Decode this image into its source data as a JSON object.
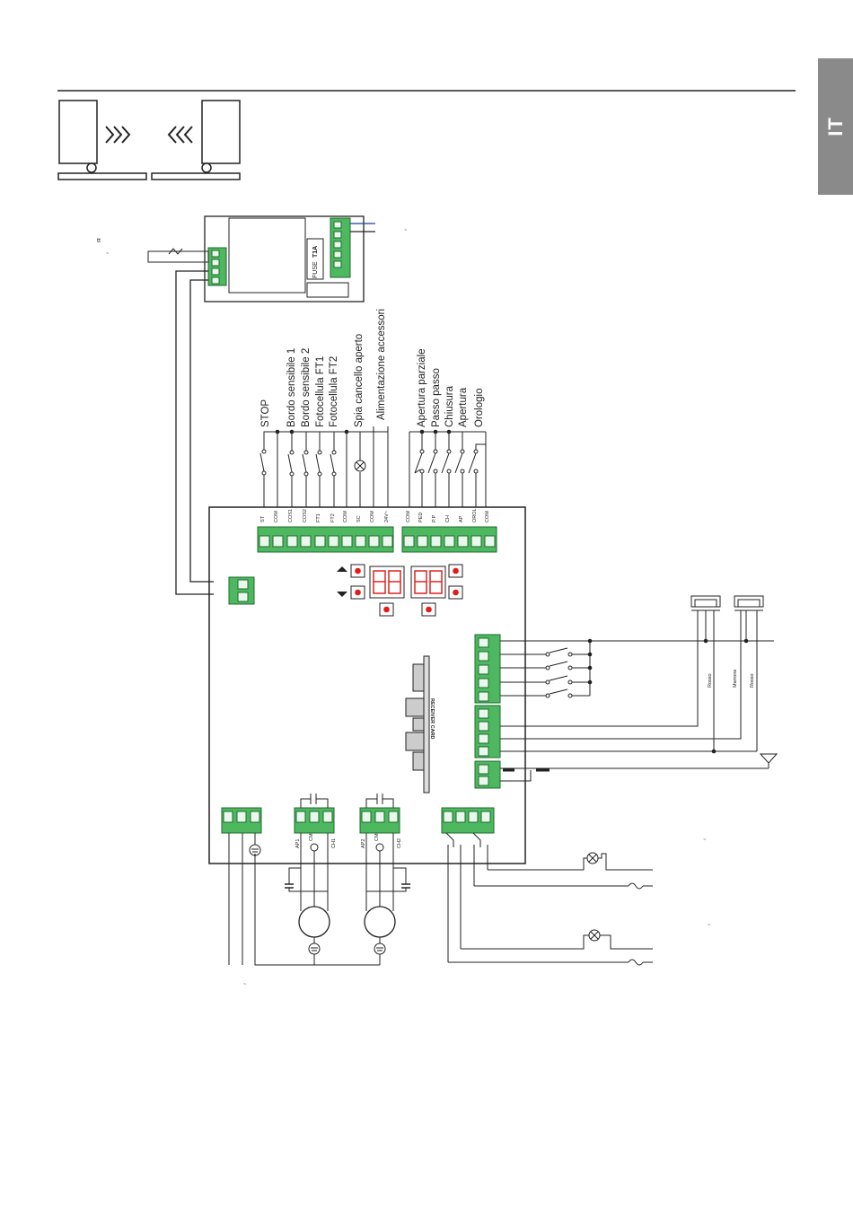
{
  "language_tab": "IT",
  "input_labels": [
    "STOP",
    "Bordo sensibile 1",
    "Bordo sensibile 2",
    "Fotocellula FT1",
    "Fotocellula FT2",
    "Spia cancello aperto",
    "Alimentazione accessori",
    "Apertura parziale",
    "Passo passo",
    "Chiusura",
    "Apertura",
    "Orologio"
  ],
  "left_terminal_codes": [
    "ST",
    "COM",
    "COS1",
    "COS2",
    "FT1",
    "FT2",
    "COM",
    "SC",
    "COM",
    "24V~"
  ],
  "right_terminal_codes": [
    "COM",
    "PED",
    "P.P",
    "CH",
    "AP",
    "OROL",
    "COM"
  ],
  "motor1_codes": [
    "AP1",
    "CM",
    "CH1"
  ],
  "motor2_codes": [
    "AP2",
    "CM",
    "CH2"
  ],
  "fuse_label": "FUSE",
  "fuse_value": "T1A",
  "receiver_card": "RECEIVER CARD",
  "wire_colors": [
    "Rosso",
    "Marrone",
    "Rosso"
  ],
  "transformer_label": "tt",
  "tilde": "~"
}
